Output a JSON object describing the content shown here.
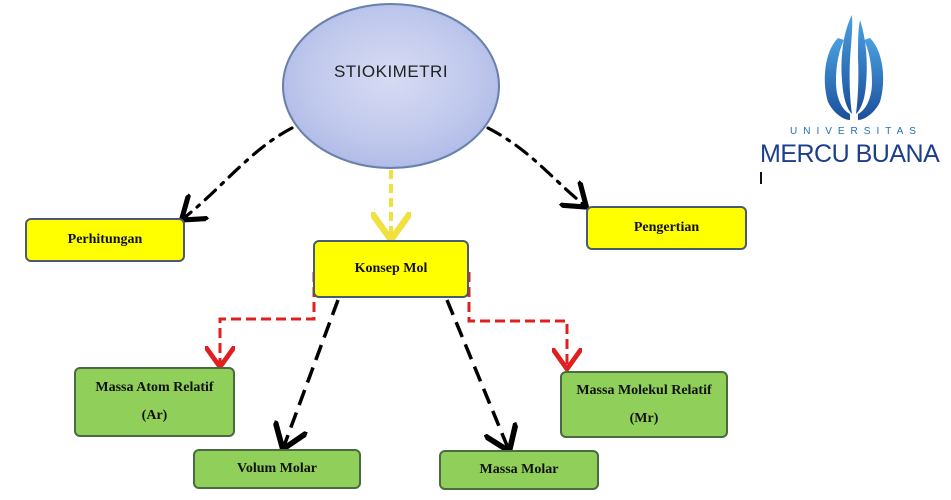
{
  "root": {
    "label": "STIOKIMETRI"
  },
  "nodes": {
    "perhitungan": {
      "label": "Perhitungan"
    },
    "pengertian": {
      "label": "Pengertian"
    },
    "konsep_mol": {
      "label": "Konsep Mol"
    },
    "massa_atom": {
      "line1": "Massa Atom Relatif",
      "line2": "(Ar)"
    },
    "massa_molekul": {
      "line1": "Massa Molekul Relatif",
      "line2": "(Mr)"
    },
    "volum_molar": {
      "label": "Volum Molar"
    },
    "massa_molar": {
      "label": "Massa Molar"
    }
  },
  "logo": {
    "top_text": "UNIVERSITAS",
    "name": "MERCU BUANA"
  },
  "colors": {
    "node_yellow": "#ffff00",
    "node_green": "#8fcf5a",
    "connector_black": "#000000",
    "connector_red": "#e02020",
    "connector_yellow": "#f0e040",
    "root_fill": "#b8cff0",
    "logo_blue": "#1f6fb8"
  }
}
